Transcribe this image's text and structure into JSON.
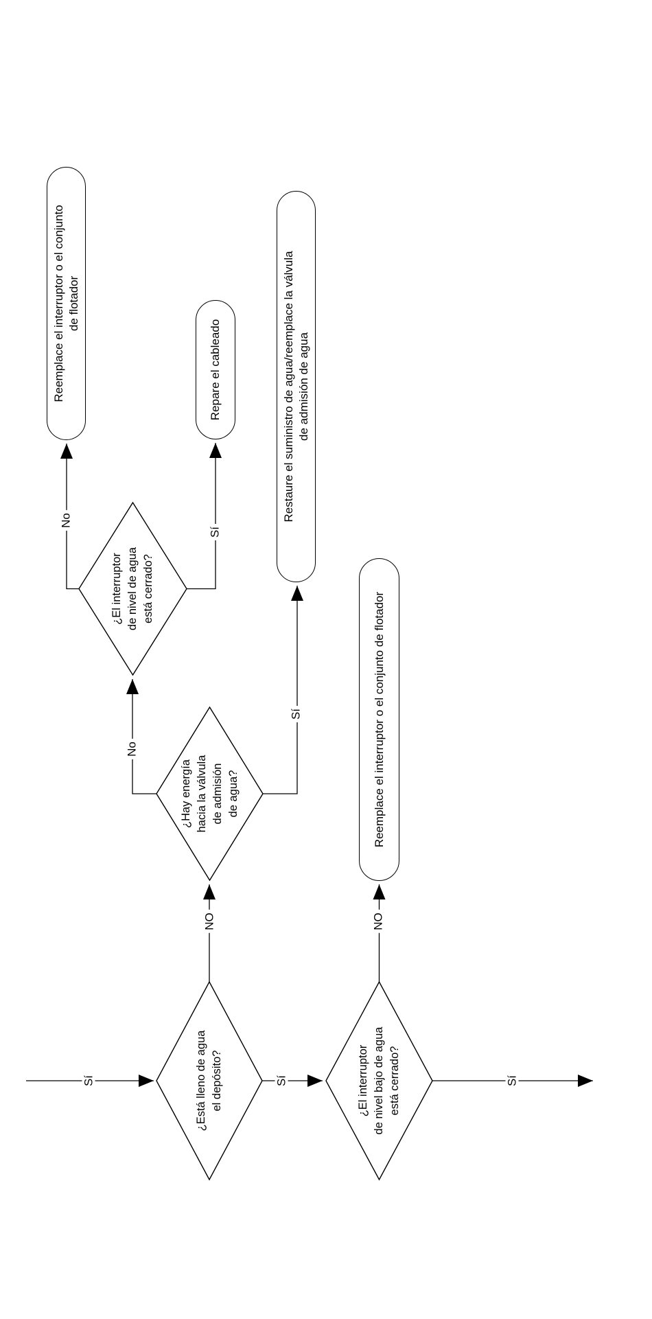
{
  "flowchart": {
    "decisions": {
      "tank_full": {
        "label": "¿Está lleno de agua\nel depósito?"
      },
      "power_to_valve": {
        "label": "¿Hay energía\nhacia la válvula\nde admisión\nde agua?"
      },
      "water_level_switch": {
        "label": "¿El interruptor\nde nivel de agua\nestá cerrado?"
      },
      "low_water_level_switch": {
        "label": "¿El interruptor\nde nivel bajo de agua\nestá cerrado?"
      }
    },
    "actions": {
      "replace_float_switch_top": {
        "label": "Reemplace el interruptor o el conjunto\nde flotador"
      },
      "repair_wiring": {
        "label": "Repare el cableado"
      },
      "restore_water_supply": {
        "label": "Restaure el suministro de agua/reemplace la válvula\nde admisión de agua"
      },
      "replace_float_switch_bottom": {
        "label": "Reemplace el interruptor o el conjunto de flotador"
      }
    },
    "edge_labels": {
      "entry_yes": "Sí",
      "tank_full_no": "NO",
      "tank_full_yes": "Sí",
      "power_no": "No",
      "power_yes": "Sí",
      "level_switch_no": "No",
      "level_switch_yes": "Sí",
      "low_level_no": "NO",
      "low_level_yes": "Sí"
    },
    "colors": {
      "stroke": "#000000",
      "background": "#ffffff"
    }
  }
}
